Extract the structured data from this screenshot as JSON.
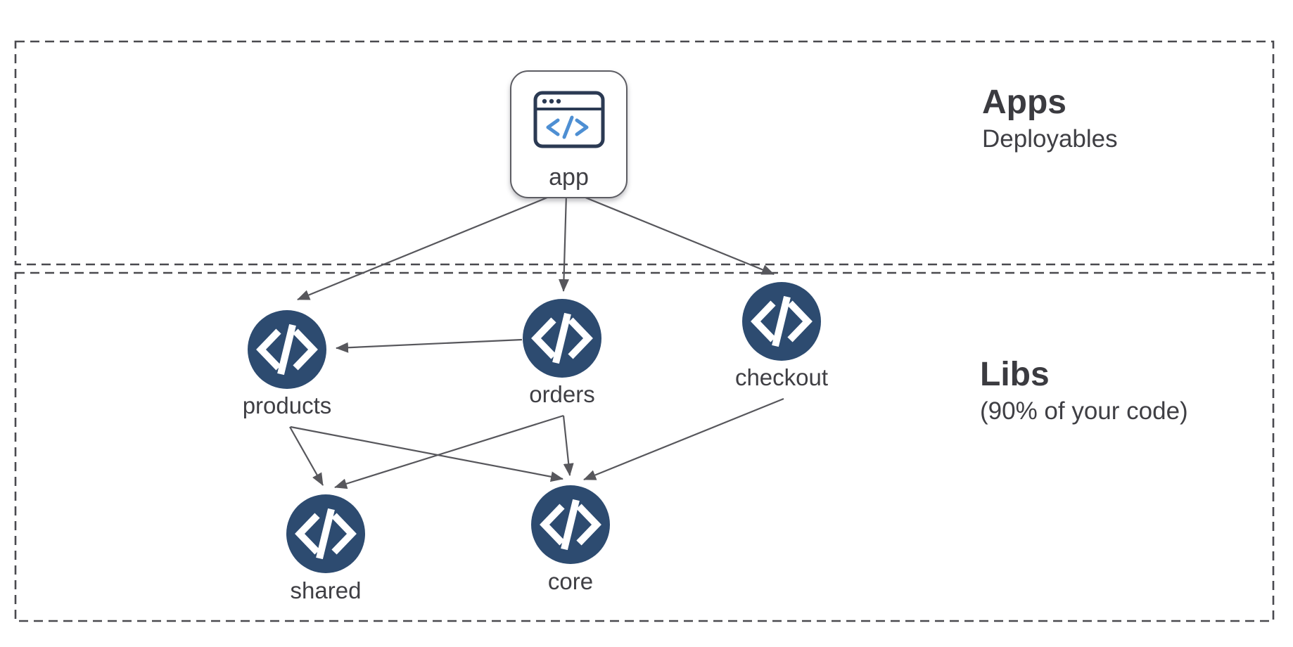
{
  "sections": {
    "apps": {
      "title": "Apps",
      "subtitle": "Deployables"
    },
    "libs": {
      "title": "Libs",
      "subtitle": "(90% of your code)"
    }
  },
  "nodes": {
    "app": {
      "label": "app",
      "icon": "browser-code-icon"
    },
    "products": {
      "label": "products",
      "icon": "code-icon"
    },
    "orders": {
      "label": "orders",
      "icon": "code-icon"
    },
    "checkout": {
      "label": "checkout",
      "icon": "code-icon"
    },
    "shared": {
      "label": "shared",
      "icon": "code-icon"
    },
    "core": {
      "label": "core",
      "icon": "code-icon"
    }
  },
  "edges": [
    {
      "from": "app",
      "to": "products"
    },
    {
      "from": "app",
      "to": "orders"
    },
    {
      "from": "app",
      "to": "checkout"
    },
    {
      "from": "orders",
      "to": "products"
    },
    {
      "from": "products",
      "to": "shared"
    },
    {
      "from": "products",
      "to": "core"
    },
    {
      "from": "orders",
      "to": "shared"
    },
    {
      "from": "orders",
      "to": "core"
    },
    {
      "from": "checkout",
      "to": "core"
    }
  ],
  "colors": {
    "navy": "#2d4b70",
    "icon_blue": "#4e8fd3",
    "stroke_dark_navy": "#2b3a53",
    "arrow": "#57575c",
    "border_dash": "#4a4a4f",
    "text": "#3f3f44"
  }
}
